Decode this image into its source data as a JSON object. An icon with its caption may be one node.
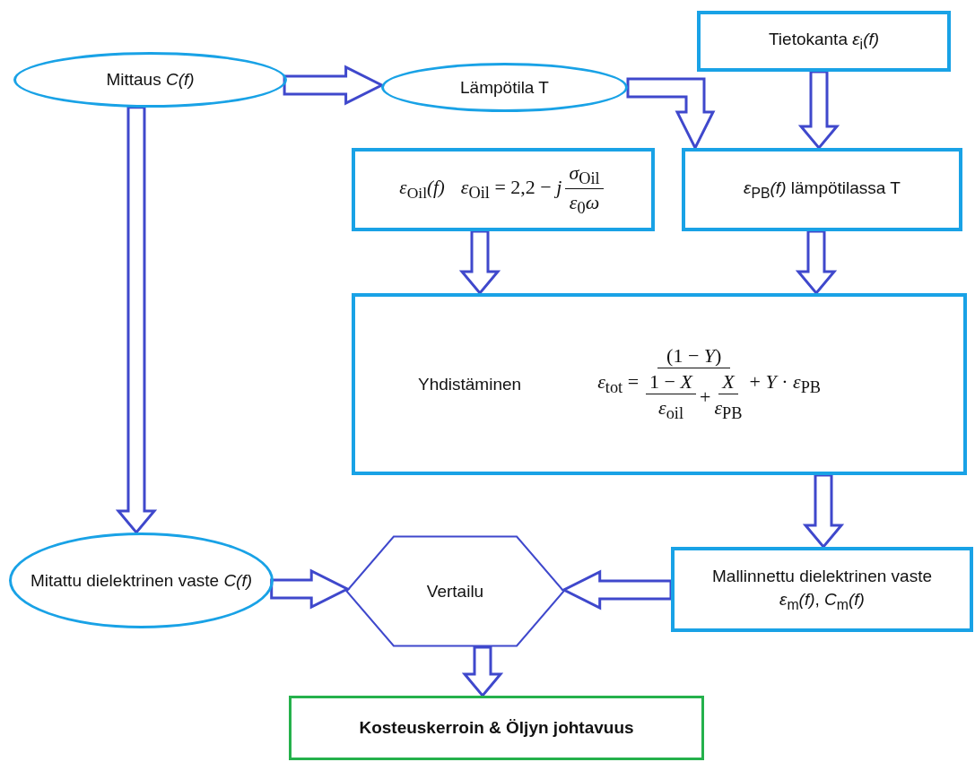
{
  "diagram": {
    "nodes": [
      {
        "text": [
          "Mittaus *C(f)*"
        ]
      },
      {
        "text": [
          "Lämpötila T"
        ]
      },
      {
        "text": [
          "Tietokanta *ε*$_{i}$*(f)*"
        ]
      },
      {
        "text": [
          "*ε*$_{Oil}$*(f)*",
          "*ε*$_{Oil}$ = 2,2 − *j*",
          "*σ*$_{Oil}$",
          "*ε*$_{0}$*ω*"
        ]
      },
      {
        "text": [
          "*ε*$_{PB}$*(f)* lämpötilassa T"
        ]
      },
      {
        "text": [
          "Yhdistäminen",
          "*ε*$_{tot}$ =",
          "(1 − *Y*)",
          "1 − *X*",
          "*ε*$_{oil}$",
          "+",
          "*X*",
          "*ε*$_{PB}$",
          "+ *Y* · *ε*$_{PB}$"
        ]
      },
      {
        "text": [
          "Mitattu dielektrinen vaste *C(f)*"
        ]
      },
      {
        "text": [
          "Vertailu"
        ]
      },
      {
        "text": [
          "Mallinnettu dielektrinen vaste",
          "*ε*$_{m}$*(f)*, *C*$_{m}$*(f)*"
        ]
      },
      {
        "text": [
          "Kosteuskerroin & Öljyn johtavuus"
        ]
      }
    ],
    "edges": [
      {
        "from": 0,
        "to": 1,
        "arrow": "to"
      },
      {
        "from": 1,
        "to": 4,
        "arrow": "to"
      },
      {
        "from": 2,
        "to": 4,
        "arrow": "to"
      },
      {
        "from": 3,
        "to": 5,
        "arrow": "to"
      },
      {
        "from": 4,
        "to": 5,
        "arrow": "to"
      },
      {
        "from": 0,
        "to": 6,
        "arrow": "to"
      },
      {
        "from": 6,
        "to": 7,
        "arrow": "to"
      },
      {
        "from": 8,
        "to": 7,
        "arrow": "to"
      },
      {
        "from": 5,
        "to": 8,
        "arrow": "to"
      },
      {
        "from": 7,
        "to": 9,
        "arrow": "to"
      }
    ]
  }
}
